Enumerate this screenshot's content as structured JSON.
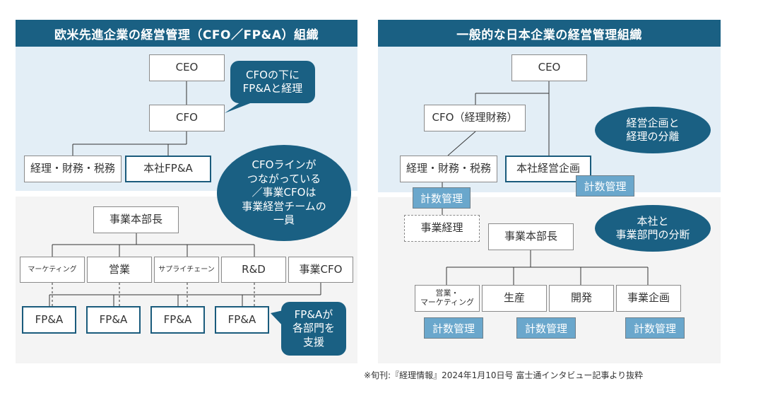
{
  "left": {
    "title": "欧米先進企業の経営管理（CFO／FP&A）組織",
    "hq": {
      "ceo": "CEO",
      "cfo": "CFO",
      "accounting": "経理・財務・税務",
      "hq_fpa": "本社FP&A",
      "callout_top": "CFOの下に\nFP&Aと経理",
      "callout_ellipse": "CFOラインが\nつながっている\n／事業CFOは\n事業経営チームの\n一員"
    },
    "business": {
      "head": "事業本部長",
      "departments": [
        "マーケティング",
        "営業",
        "サプライチェーン",
        "R&D",
        "事業CFO"
      ],
      "fpa_boxes": [
        "FP&A",
        "FP&A",
        "FP&A",
        "FP&A"
      ],
      "callout_bottom": "FP&Aが\n各部門を\n支援"
    }
  },
  "right": {
    "title": "一般的な日本企業の経営管理組織",
    "hq": {
      "ceo": "CEO",
      "cfo": "CFO（経理財務）",
      "accounting": "経理・財務・税務",
      "hq_planning": "本社経営企画",
      "tag_planning": "計数管理",
      "tag_accounting": "計数管理",
      "callout_ellipse": "経営企画と\n経理の分離"
    },
    "business": {
      "biz_accounting": "事業経理",
      "head": "事業本部長",
      "departments": [
        "営業・\nマーケティング",
        "生産",
        "開発",
        "事業企画"
      ],
      "tags": [
        "計数管理",
        "計数管理",
        "計数管理"
      ],
      "callout_ellipse": "本社と\n事業部門の分断"
    }
  },
  "source": "※旬刊:『経理情報』2024年1月10日号 富士通インタビュー記事より抜粋",
  "colors": {
    "header": "#1a6083",
    "zone_hq": "#e3eef6",
    "zone_business": "#f4f4f4",
    "tag": "#6aa7cc",
    "fpa_border": "#1a5b7c"
  }
}
